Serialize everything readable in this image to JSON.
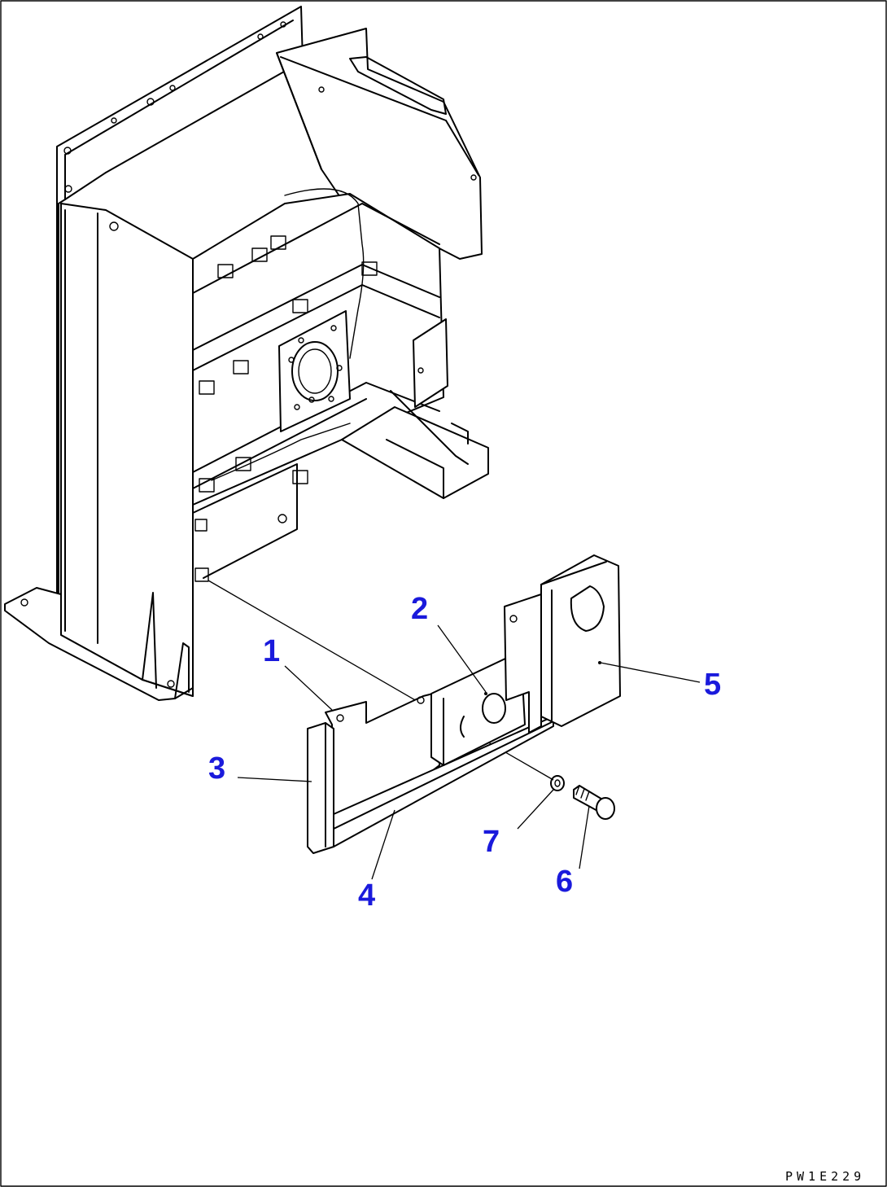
{
  "drawing": {
    "code": "PW1E229",
    "callout_color": "#1a1adc",
    "line_color": "#000000",
    "background": "#ffffff"
  },
  "callouts": [
    {
      "id": "1",
      "label": "1"
    },
    {
      "id": "2",
      "label": "2"
    },
    {
      "id": "3",
      "label": "3"
    },
    {
      "id": "4",
      "label": "4"
    },
    {
      "id": "5",
      "label": "5"
    },
    {
      "id": "6",
      "label": "6"
    },
    {
      "id": "7",
      "label": "7"
    }
  ]
}
